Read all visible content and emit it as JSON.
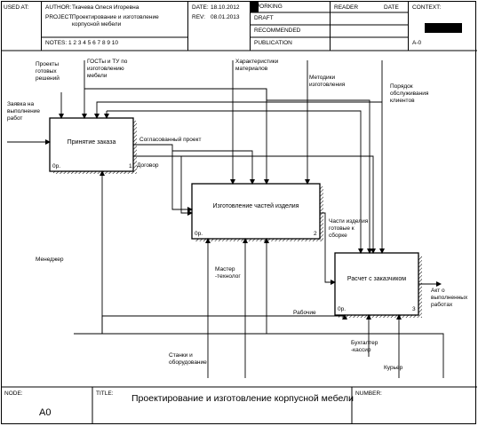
{
  "header": {
    "used_at": "USED AT:",
    "author_label": "AUTHOR:",
    "author": "Ткачева Олеся Игоревна",
    "project_label": "PROJECT:",
    "project": "Проектирование и изготовление корпусной мебели",
    "notes": "NOTES:  1  2  3  4  5  6  7  8  9  10",
    "date_label": "DATE:",
    "date": "18.10.2012",
    "rev_label": "REV:",
    "rev": "08.01.2013",
    "status": [
      "WORKING",
      "DRAFT",
      "RECOMMENDED",
      "PUBLICATION"
    ],
    "reader": "READER",
    "reader_date": "DATE",
    "context": "CONTEXT:",
    "context_node": "A-0"
  },
  "boxes": [
    {
      "label": "Принятие заказа",
      "cost": "0р.",
      "num": "1"
    },
    {
      "label": "Изготовление частей изделия",
      "cost": "0р.",
      "num": "2"
    },
    {
      "label": "Расчет с заказчиком",
      "cost": "0р.",
      "num": "3"
    }
  ],
  "arrows": {
    "a1": "Проекты готовых решений",
    "a2": "ГОСТы и ТУ по изготовлению мебели",
    "a3": "Характеристики материалов",
    "a4": "Методики изготовления",
    "a5": "Порядок обслуживания клиентов",
    "a6": "Заявка на выполнение работ",
    "a7": "Согласованный проект",
    "a8": "Договор",
    "a9": "Части изделия готовые к сборке",
    "a10": "Акт о выполненных работах",
    "a11": "Менеджер",
    "a12": "Мастер -технолог",
    "a13": "Рабочие",
    "a14": "Станки и оборудование",
    "a15": "Бухгалтер -кассир",
    "a16": "Курьер"
  },
  "footer": {
    "node_label": "NODE:",
    "node": "A0",
    "title_label": "TITLE:",
    "title": "Проектирование и изготовление корпусной мебели",
    "number_label": "NUMBER:"
  }
}
